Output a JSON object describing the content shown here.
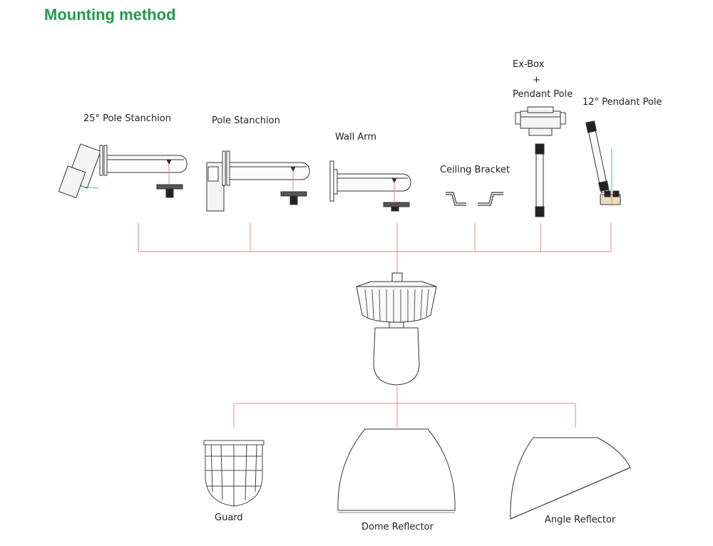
{
  "page": {
    "title": "Mounting method"
  },
  "mounts": [
    {
      "label": "25° Pole Stanchion"
    },
    {
      "label": "Pole Stanchion"
    },
    {
      "label": "Wall Arm"
    },
    {
      "label": "Ceiling Bracket"
    },
    {
      "label_lines": [
        "Ex-Box",
        "+",
        "Pendant Pole"
      ]
    },
    {
      "label": "12° Pendant Pole"
    }
  ],
  "accessories": [
    {
      "label": "Guard"
    },
    {
      "label": "Dome Reflector"
    },
    {
      "label": "Angle Reflector"
    }
  ],
  "colors": {
    "title": "#1e9a4c",
    "connector": "#e08a8a",
    "drawing": "#333333"
  }
}
